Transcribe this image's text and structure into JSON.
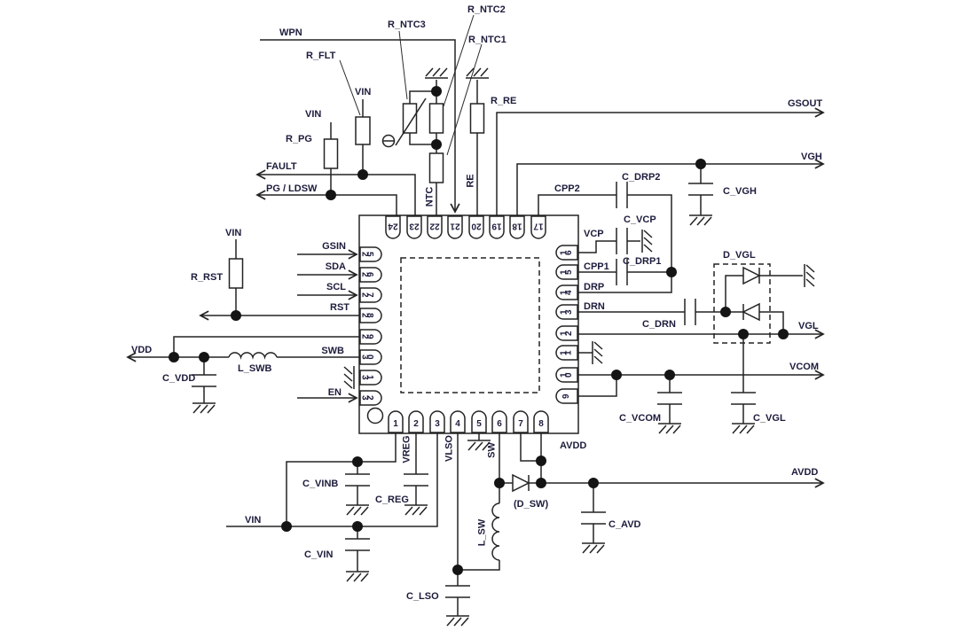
{
  "nets": {
    "wpn": "WPN",
    "fault": "FAULT",
    "pg_ldsw": "PG / LDSW",
    "vin": "VIN",
    "vdd": "VDD",
    "gsout": "GSOUT",
    "vgh": "VGH",
    "vgl": "VGL",
    "vcom": "VCOM",
    "avdd": "AVDD"
  },
  "pin_signals": {
    "gsin": "GSIN",
    "sda": "SDA",
    "scl": "SCL",
    "rst": "RST",
    "swb": "SWB",
    "en": "EN",
    "ntc": "NTC",
    "re": "RE",
    "cpp2": "CPP2",
    "vcp": "VCP",
    "cpp1": "CPP1",
    "drp": "DRP",
    "drn": "DRN",
    "vreg": "VREG",
    "vlso": "VLSO",
    "sw": "SW",
    "avdd": "AVDD"
  },
  "components": {
    "r_pg": "R_PG",
    "r_flt": "R_FLT",
    "r_ntc1": "R_NTC1",
    "r_ntc2": "R_NTC2",
    "r_ntc3": "R_NTC3",
    "r_re": "R_RE",
    "r_rst": "R_RST",
    "l_swb": "L_SWB",
    "l_sw": "L_SW",
    "c_vdd": "C_VDD",
    "c_vinb": "C_VINB",
    "c_reg": "C_REG",
    "c_vin": "C_VIN",
    "c_lso": "C_LSO",
    "c_avd": "C_AVD",
    "d_sw": "(D_SW)",
    "d_vgl": "D_VGL",
    "c_drn": "C_DRN",
    "c_vcp": "C_VCP",
    "c_drp1": "C_DRP1",
    "c_drp2": "C_DRP2",
    "c_vgh": "C_VGH",
    "c_vcom": "C_VCOM",
    "c_vgl": "C_VGL"
  },
  "ic": {
    "top_pins": [
      "24",
      "23",
      "22",
      "21",
      "20",
      "19",
      "18",
      "17"
    ],
    "left_pins": [
      "25",
      "26",
      "27",
      "28",
      "29",
      "30",
      "31",
      "32"
    ],
    "right_pins": [
      "16",
      "15",
      "14",
      "13",
      "12",
      "11",
      "10",
      "9"
    ],
    "bottom_pins": [
      "1",
      "2",
      "3",
      "4",
      "5",
      "6",
      "7",
      "8"
    ]
  }
}
